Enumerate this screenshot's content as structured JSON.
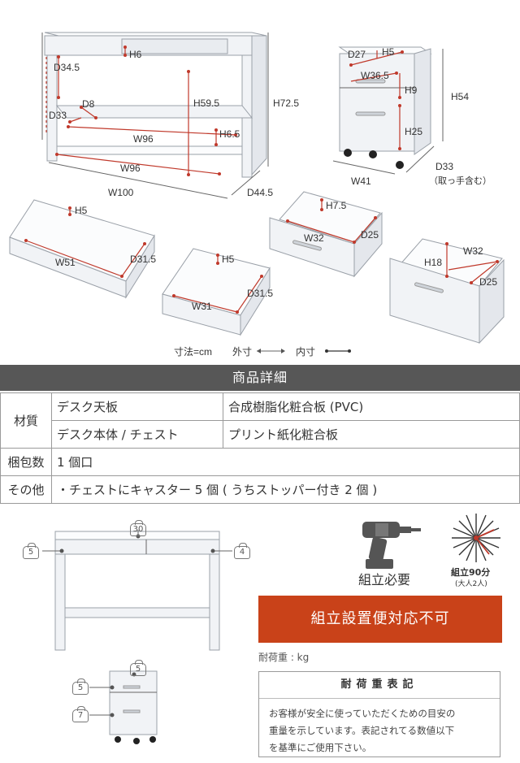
{
  "dims": {
    "desk": {
      "h6": "H6",
      "d34_5": "D34.5",
      "d8": "D8",
      "d33": "D33",
      "w96_inner": "W96",
      "h59_5": "H59.5",
      "h6_5": "H6.5",
      "w96": "W96",
      "h72_5": "H72.5",
      "w100": "W100",
      "d44_5": "D44.5"
    },
    "chest": {
      "d27": "D27",
      "h5": "H5",
      "w36_5": "W36.5",
      "h9": "H9",
      "h25": "H25",
      "h54": "H54",
      "d33": "D33",
      "d33_note": "（取っ手含む）",
      "w41": "W41"
    },
    "tray_left": {
      "h5": "H5",
      "w51": "W51",
      "d31_5": "D31.5"
    },
    "tray_mid": {
      "h5": "H5",
      "w31": "W31",
      "d31_5": "D31.5"
    },
    "drawer_small": {
      "h7_5": "H7.5",
      "w32": "W32",
      "d25": "D25"
    },
    "drawer_large": {
      "h18": "H18",
      "w32": "W32",
      "d25": "D25"
    }
  },
  "legend": {
    "unit": "寸法=cm",
    "outer": "外寸",
    "inner": "内寸"
  },
  "spec": {
    "title": "商品詳細",
    "material_header": "材質",
    "rows": [
      {
        "part": "デスク天板",
        "value": "合成樹脂化粧合板 (PVC)"
      },
      {
        "part": "デスク本体 / チェスト",
        "value": "プリント紙化粧合板"
      }
    ],
    "package_header": "梱包数",
    "package_value": "1 個口",
    "other_header": "その他",
    "other_value": "・チェストにキャスター 5 個 ( うちストッパー付き 2 個 )"
  },
  "load": {
    "desk_top": "30",
    "desk_left": "5",
    "desk_right": "4",
    "chest_top": "5",
    "chest_mid": "5",
    "chest_bottom": "7",
    "unit_label": "耐荷重 : kg",
    "box_title": "耐荷重表記",
    "box_text_1": "お客様が安全に使っていただくための目安の",
    "box_text_2": "重量を示しています。表記されてる数値以下",
    "box_text_3": "を基準にご使用下さい。"
  },
  "assembly": {
    "required": "組立必要",
    "time": "組立90分",
    "people": "(大人2人)",
    "no_service": "組立設置便対応不可"
  }
}
